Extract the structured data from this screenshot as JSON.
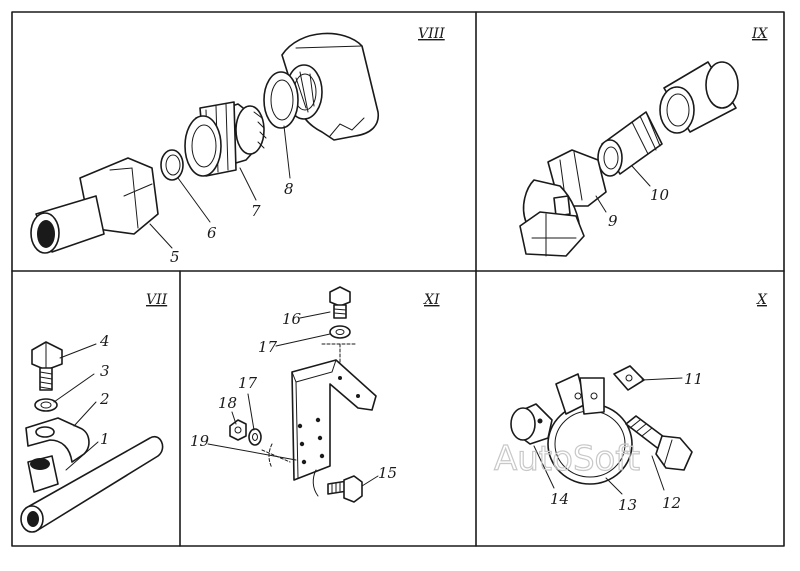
{
  "sections": [
    {
      "id": "VIII",
      "label": "VIII"
    },
    {
      "id": "IX",
      "label": "IX"
    },
    {
      "id": "VII",
      "label": "VII"
    },
    {
      "id": "XI",
      "label": "XI"
    },
    {
      "id": "X",
      "label": "X"
    }
  ],
  "callouts": [
    "1",
    "2",
    "3",
    "4",
    "5",
    "6",
    "7",
    "8",
    "9",
    "10",
    "11",
    "12",
    "13",
    "14",
    "15",
    "16",
    "17",
    "17",
    "18",
    "19"
  ],
  "watermark": "AutoSoft",
  "colors": {
    "ink": "#1a1a1a",
    "paper": "#ffffff",
    "watermark": "#c8c8c8"
  }
}
